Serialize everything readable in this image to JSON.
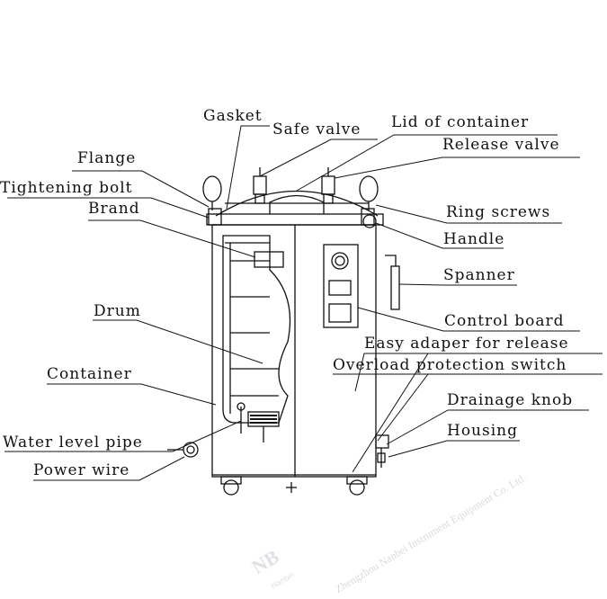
{
  "labels": {
    "gasket": "Gasket",
    "safe_valve": "Safe valve",
    "lid_of_container": "Lid of container",
    "release_valve": "Release valve",
    "flange": "Flange",
    "tightening_bolt": "Tightening bolt",
    "brand": "Brand",
    "ring_screws": "Ring screws",
    "handle": "Handle",
    "spanner": "Spanner",
    "drum": "Drum",
    "control_board": "Control board",
    "easy_adaper": "Easy adaper for release",
    "overload_switch": "Overload protection switch",
    "container": "Container",
    "drainage_knob": "Drainage knob",
    "housing": "Housing",
    "water_level_pipe": "Water level pipe",
    "power_wire": "Power wire"
  },
  "watermark": {
    "company": "Zhengzhou Nanbei Instrument Equipment Co. Ltd.",
    "logo": "NB",
    "logo_sub": "Nanbei"
  },
  "colors": {
    "ink": "#111111",
    "watermark": "#d6dbe3"
  }
}
